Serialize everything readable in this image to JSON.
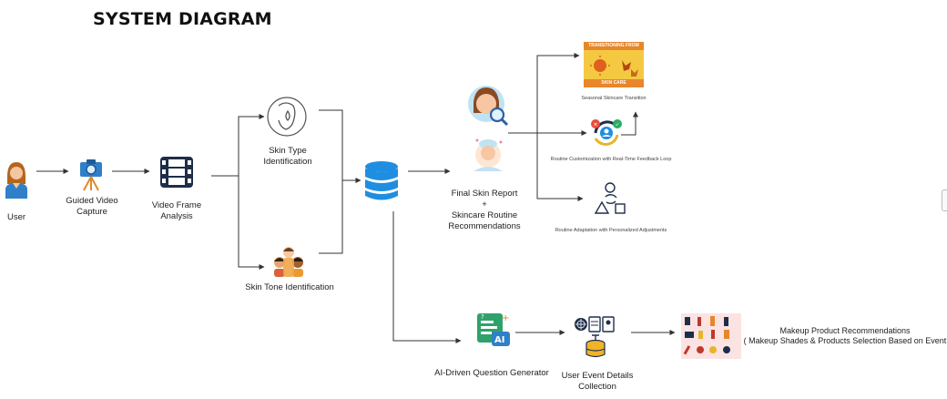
{
  "diagram": {
    "title": "SYSTEM DIAGRAM",
    "nodes": {
      "user": {
        "label": "User",
        "icon": "user-avatar-icon"
      },
      "capture": {
        "label_lines": [
          "Guided Video",
          "Capture"
        ],
        "icon": "camera-tripod-icon"
      },
      "frames": {
        "label_lines": [
          "Video Frame",
          "Analysis"
        ],
        "icon": "film-frames-icon"
      },
      "skin_type": {
        "label_lines": [
          "Skin Type",
          "Identification"
        ],
        "icon": "face-droplet-icon"
      },
      "skin_tone": {
        "label": "Skin Tone Identification",
        "icon": "skin-tone-people-icon"
      },
      "database": {
        "icon": "database-icon"
      },
      "report": {
        "label_lines": [
          "Final Skin Report",
          "+",
          "Skincare Routine",
          "Recommendations"
        ],
        "icon": "skin-analysis-face-icon"
      },
      "seasonal": {
        "label": "Seasonal Skincare Transition",
        "banner_top": "TRANSITIONING FROM",
        "banner_bottom": "SKIN CARE",
        "icon": "sun-leaves-banner-icon"
      },
      "feedback": {
        "label": "Routine Customization with Real-Time Feedback Loop",
        "icon": "feedback-loop-icon"
      },
      "adaptation": {
        "label": "Routine Adaptation with Personalized Adjustments",
        "icon": "shapes-cycle-icon"
      },
      "ai_question": {
        "label": "AI-Driven Question Generator",
        "icon": "ai-question-icon"
      },
      "event_details": {
        "label_lines": [
          "User Event Details",
          "Collection"
        ],
        "icon": "event-data-icon"
      },
      "makeup": {
        "label_lines": [
          "Makeup Product Recommendations",
          "( Makeup Shades & Products Selection Based on Event"
        ],
        "icon": "makeup-products-grid-icon"
      }
    },
    "colors": {
      "line": "#333333",
      "db_blue": "#1f8ee0",
      "film_navy": "#1e2e4a",
      "banner_yellow": "#f5c842",
      "banner_orange": "#e8862a",
      "makeup_bg": "#fbe3e3"
    }
  }
}
